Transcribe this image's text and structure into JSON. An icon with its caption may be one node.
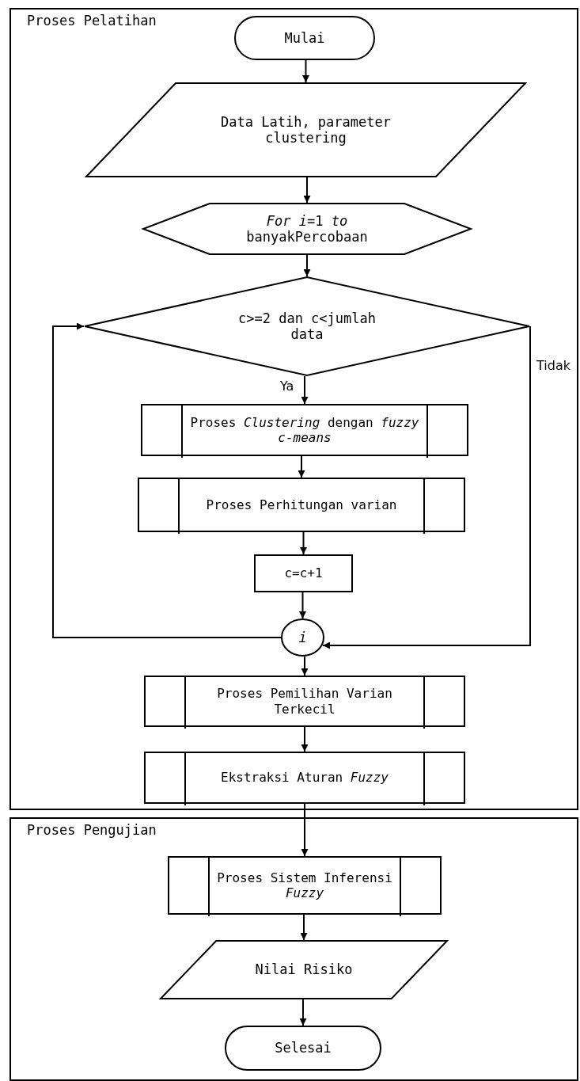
{
  "diagram": {
    "nodes": [
      {
        "text": [
          "Proses Pelatihan"
        ]
      },
      {
        "text": [
          "Mulai"
        ],
        "in": 0
      },
      {
        "text": [
          "Data Latih, parameter clustering"
        ],
        "in": 0
      },
      {
        "text": [
          "*For i*=1 *to* banyakPercobaan"
        ],
        "in": 0
      },
      {
        "text": [
          "c>=2 dan c<jumlah data"
        ],
        "in": 0
      },
      {
        "text": [
          "Proses *Clustering* dengan *fuzzy c-means*"
        ],
        "in": 0
      },
      {
        "text": [
          "Proses Perhitungan varian"
        ],
        "in": 0
      },
      {
        "text": [
          "c=c+1"
        ],
        "in": 0
      },
      {
        "text": [
          "i"
        ],
        "in": 0
      },
      {
        "text": [
          "Proses Pemilihan Varian Terkecil"
        ],
        "in": 0
      },
      {
        "text": [
          "Ekstraksi Aturan *Fuzzy*"
        ],
        "in": 0
      },
      {
        "text": [
          "Proses Pengujian"
        ]
      },
      {
        "text": [
          "Proses Sistem Inferensi *Fuzzy*"
        ],
        "in": 11
      },
      {
        "text": [
          "Nilai Risiko"
        ],
        "in": 11
      },
      {
        "text": [
          "Selesai"
        ],
        "in": 11
      }
    ],
    "edges": [
      {
        "from": 1,
        "to": 2,
        "arrow": "to"
      },
      {
        "from": 2,
        "to": 3,
        "arrow": "to"
      },
      {
        "from": 3,
        "to": 4,
        "arrow": "to"
      },
      {
        "from": 4,
        "to": 5,
        "arrow": "to",
        "label": "Ya"
      },
      {
        "from": 5,
        "to": 6,
        "arrow": "to"
      },
      {
        "from": 6,
        "to": 7,
        "arrow": "to"
      },
      {
        "from": 7,
        "to": 8,
        "arrow": "to"
      },
      {
        "from": 8,
        "to": 4,
        "arrow": "to"
      },
      {
        "from": 4,
        "to": 8,
        "arrow": "to",
        "label": "Tidak"
      },
      {
        "from": 8,
        "to": 9,
        "arrow": "to"
      },
      {
        "from": 9,
        "to": 10,
        "arrow": "to"
      },
      {
        "from": 10,
        "to": 12,
        "arrow": "to"
      },
      {
        "from": 12,
        "to": 13,
        "arrow": "to"
      },
      {
        "from": 13,
        "to": 14,
        "arrow": "to"
      }
    ]
  }
}
